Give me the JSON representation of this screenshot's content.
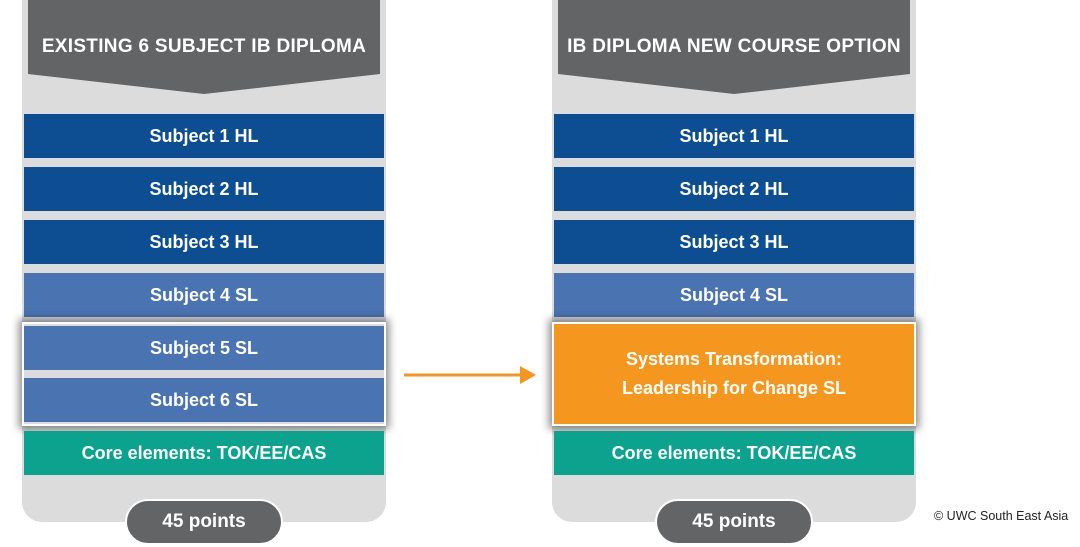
{
  "left": {
    "title": "EXISTING 6 SUBJECT IB DIPLOMA",
    "subjects": [
      "Subject 1 HL",
      "Subject 2 HL",
      "Subject 3 HL",
      "Subject 4 SL",
      "Subject 5 SL",
      "Subject 6 SL"
    ],
    "core": "Core elements: TOK/EE/CAS",
    "points": "45 points"
  },
  "right": {
    "title": "IB DIPLOMA NEW COURSE OPTION",
    "subjects": [
      "Subject 1 HL",
      "Subject 2 HL",
      "Subject 3 HL",
      "Subject 4 SL"
    ],
    "new_course": "Systems Transformation: Leadership for Change SL",
    "core": "Core elements: TOK/EE/CAS",
    "points": "45 points"
  },
  "copyright": "© UWC South East Asia",
  "colors": {
    "header": "#636466",
    "hl": "#0d4e93",
    "sl": "#4a73b2",
    "core": "#0ba28e",
    "new_course": "#f5961e",
    "arrow": "#f5961e"
  }
}
